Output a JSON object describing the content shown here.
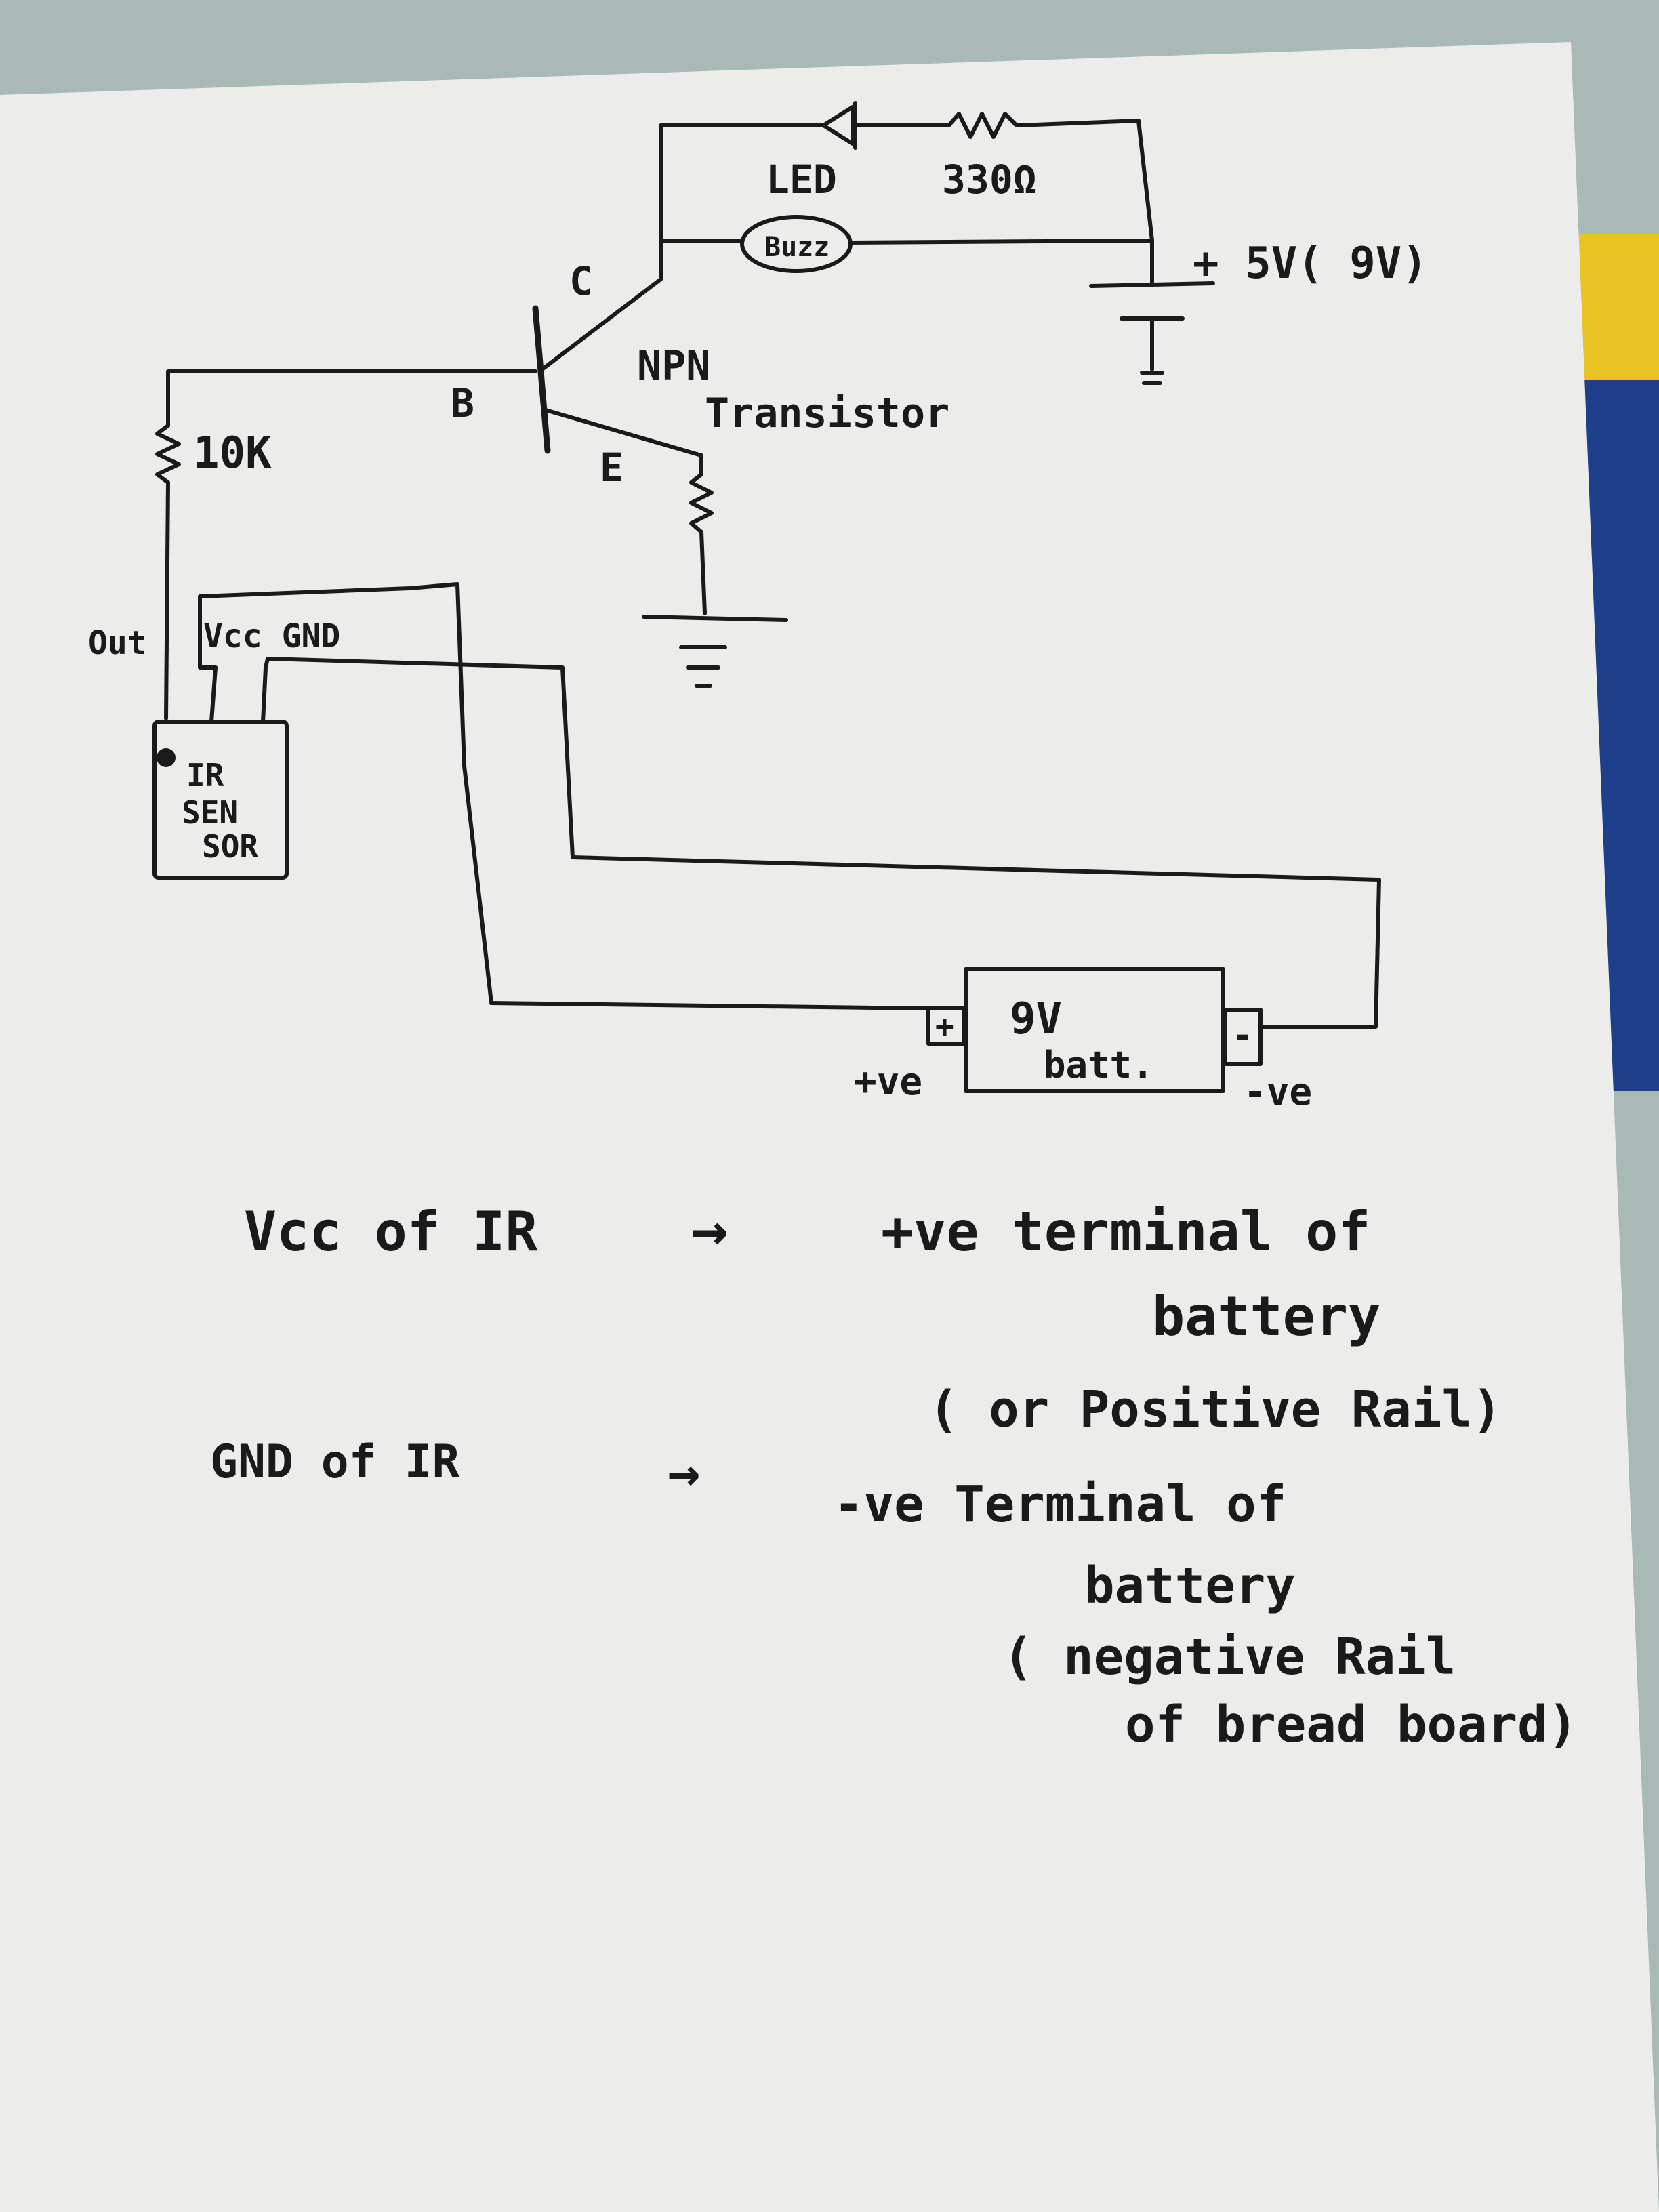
{
  "circuit": {
    "led_label": "LED",
    "resistor_330_label": "330Ω",
    "buzzer_label": "Buzz",
    "supply_label": "+ 5V( 9V)",
    "collector_label": "C",
    "base_label": "B",
    "emitter_label": "E",
    "transistor_label_line1": "NPN",
    "transistor_label_line2": "Transistor",
    "resistor_10k_label": "10K",
    "ir_out_label": "Out",
    "ir_vcc_gnd_label": "Vcc GND",
    "ir_sensor_line1": "IR",
    "ir_sensor_line2": "SEN",
    "ir_sensor_line3": "SOR",
    "battery_line1": "9V",
    "battery_line2": "batt.",
    "battery_plus_symbol": "+",
    "battery_minus_symbol": "-",
    "battery_pos_label": "+ve",
    "battery_neg_label": "-ve"
  },
  "notes": {
    "vcc_lhs": "Vcc of IR",
    "vcc_arrow": "→",
    "vcc_rhs_line1": "+ve terminal of",
    "vcc_rhs_line2": "battery",
    "vcc_rhs_line3": "( or Positive Rail)",
    "gnd_lhs": "GND of IR",
    "gnd_arrow": "→",
    "gnd_rhs_line1": "-ve   Terminal of",
    "gnd_rhs_line2": "battery",
    "gnd_rhs_line3": "( negative Rail",
    "gnd_rhs_line4": "of bread board)"
  },
  "colors": {
    "paper": "#ececea",
    "ink": "#1a1a1a",
    "background": "#a9b9b6",
    "yellow_tab": "#e8c321",
    "blue_tab": "#1d3f8c"
  }
}
